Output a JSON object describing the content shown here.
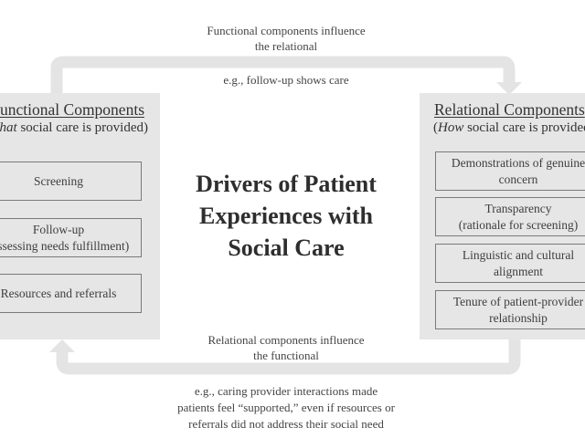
{
  "top_arrow": {
    "line1": "Functional components influence",
    "line2": "the relational",
    "example": "e.g., follow-up shows care"
  },
  "bottom_arrow": {
    "line1": "Relational components influence",
    "line2": "the functional",
    "example_line1": "e.g., caring provider interactions made",
    "example_line2": "patients feel “supported,” even if resources or",
    "example_line3": "referrals did not address their social need"
  },
  "center": {
    "line1": "Drivers of Patient",
    "line2": "Experiences with",
    "line3": "Social Care"
  },
  "functional": {
    "title": "Functional Components",
    "subtitle_open": "(",
    "subtitle_em": "What",
    "subtitle_rest": " social care is provided)",
    "items": [
      {
        "line1": "Screening"
      },
      {
        "line1": "Follow-up",
        "line2": "(assessing needs fulfillment)"
      },
      {
        "line1": "Resources and referrals"
      }
    ]
  },
  "relational": {
    "title": "Relational Components",
    "subtitle_open": "(",
    "subtitle_em": "How",
    "subtitle_rest": " social care is provided)",
    "items": [
      {
        "line1": "Demonstrations of genuine",
        "line2": "concern"
      },
      {
        "line1": "Transparency",
        "line2": "(rationale for screening)"
      },
      {
        "line1": "Linguistic and cultural",
        "line2": "alignment"
      },
      {
        "line1": "Tenure of patient-provider",
        "line2": "relationship"
      }
    ]
  },
  "colors": {
    "band": "#e4e4e4",
    "panel": "#e6e6e6",
    "border": "#7a7a7a",
    "text": "#3e3e3e"
  }
}
